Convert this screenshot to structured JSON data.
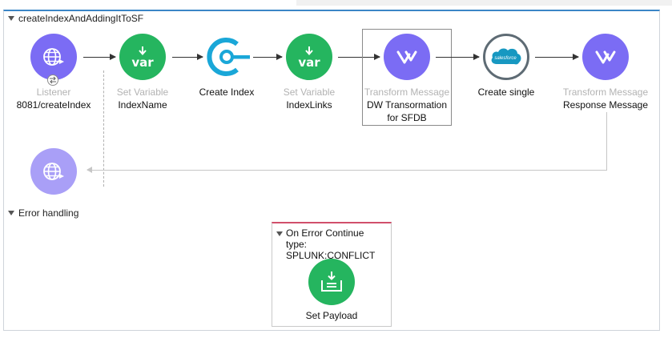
{
  "flow": {
    "name": "createIndexAndAddingItToSF",
    "error_handling_label": "Error handling"
  },
  "nodes": {
    "listener": {
      "type": "Listener",
      "name": "8081/createIndex"
    },
    "set_variable_1": {
      "type": "Set Variable",
      "name": "IndexName",
      "icon_text": "var"
    },
    "create_index": {
      "type": "",
      "name": "Create Index"
    },
    "set_variable_2": {
      "type": "Set Variable",
      "name": "IndexLinks",
      "icon_text": "var"
    },
    "transform_1": {
      "type": "Transform Message",
      "name_line1": "DW Transormation",
      "name_line2": "for SFDB"
    },
    "create_single": {
      "type": "",
      "name": "Create single",
      "icon_text": "salesforce"
    },
    "transform_2": {
      "type": "Transform Message",
      "name": "Response Message"
    }
  },
  "error_handler": {
    "title_line1": "On Error Continue",
    "title_line2": "type: SPLUNK:CONFLICT",
    "set_payload": {
      "name": "Set Payload"
    }
  },
  "colors": {
    "purple": "#7b6cf4",
    "green": "#25b55f",
    "accent_blue": "#3b86c6",
    "error_red": "#d14f6b"
  }
}
